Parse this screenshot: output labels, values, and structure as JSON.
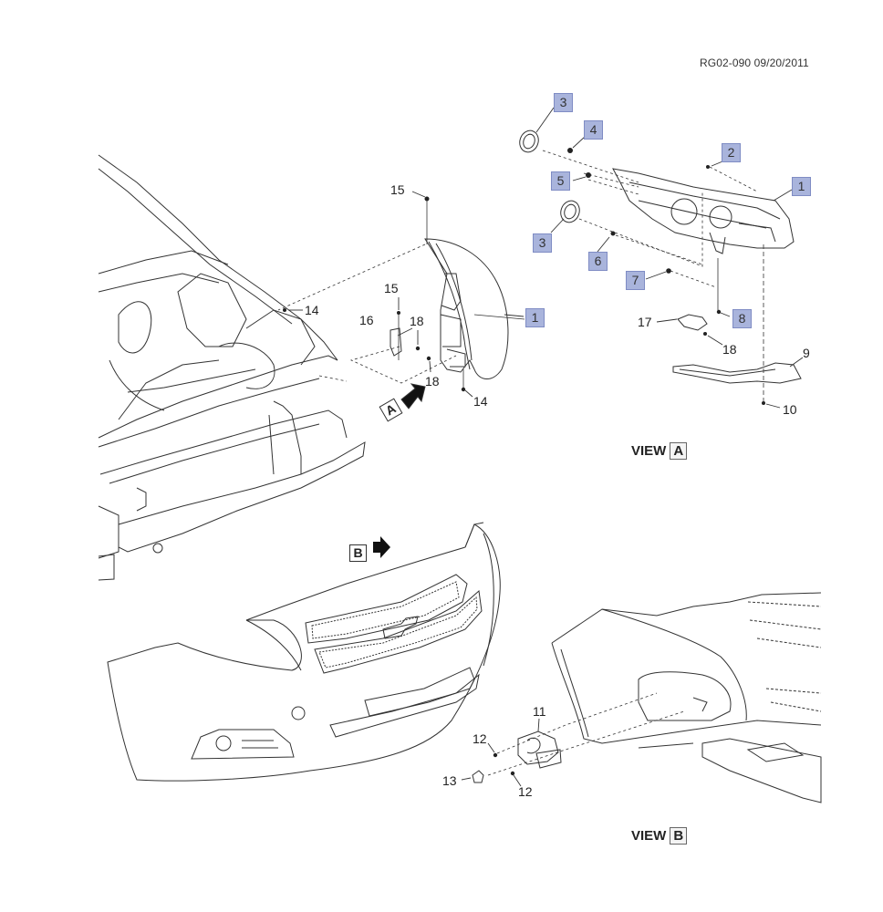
{
  "header": {
    "document_id": "RG02-090 09/20/2011"
  },
  "colors": {
    "callout_fill": "#a9b4dc",
    "callout_border": "#7f8cc4",
    "line_art": "#333333",
    "background": "#ffffff"
  },
  "main_view": {
    "labels": {
      "part_15_upper": "15",
      "part_14_upper": "14",
      "part_15_lower": "15",
      "part_16": "16",
      "part_18_a": "18",
      "part_18_b": "18",
      "part_14_lower": "14",
      "part_1": "1"
    },
    "view_arrow_a": "A",
    "view_arrow_b": "B"
  },
  "view_a": {
    "title": "VIEW",
    "letter": "A",
    "callouts": {
      "part_3_top": "3",
      "part_4": "4",
      "part_2": "2",
      "part_1": "1",
      "part_5": "5",
      "part_3_bottom": "3",
      "part_6": "6",
      "part_7": "7",
      "part_8": "8"
    },
    "labels": {
      "part_17": "17",
      "part_18": "18",
      "part_9": "9",
      "part_10": "10"
    }
  },
  "view_b": {
    "title": "VIEW",
    "letter": "B",
    "labels": {
      "part_11": "11",
      "part_12_upper": "12",
      "part_12_lower": "12",
      "part_13": "13"
    }
  }
}
